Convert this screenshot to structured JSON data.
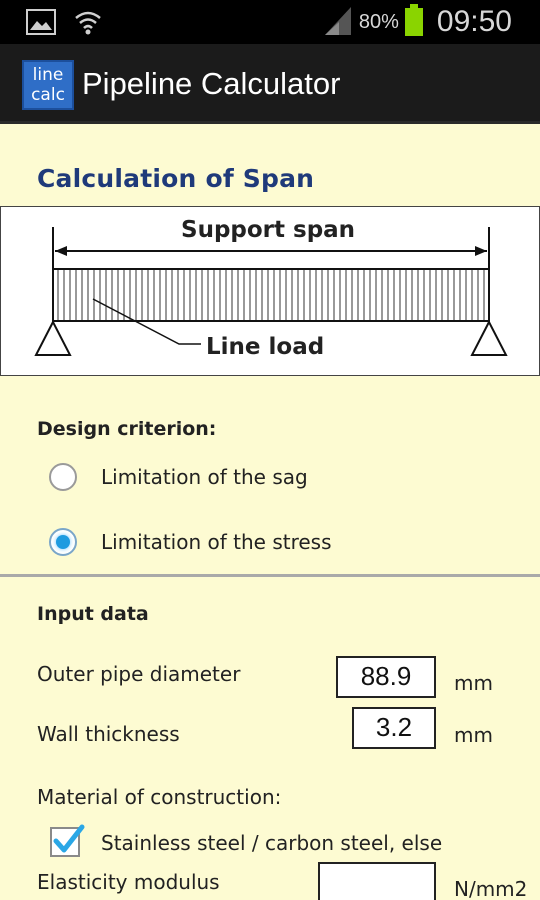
{
  "status_bar": {
    "battery": "80%",
    "time": "09:50",
    "icons": [
      "image-icon",
      "wifi-icon",
      "signal-icon",
      "battery-icon"
    ]
  },
  "app": {
    "logo_line1": "line",
    "logo_line2": "calc",
    "title": "Pipeline Calculator"
  },
  "page": {
    "section_title": "Calculation of Span"
  },
  "diagram": {
    "support_span_label": "Support span",
    "line_load_label": "Line load"
  },
  "design": {
    "label": "Design criterion:",
    "options": [
      {
        "label": "Limitation of the sag",
        "checked": false
      },
      {
        "label": "Limitation of the stress",
        "checked": true
      }
    ]
  },
  "input_data": {
    "heading": "Input data",
    "outer_diameter": {
      "label": "Outer pipe diameter",
      "value": "88.9",
      "unit": "mm"
    },
    "wall_thickness": {
      "label": "Wall thickness",
      "value": "3.2",
      "unit": "mm"
    },
    "material_label": "Material of construction:",
    "material_checkbox": {
      "label": "Stainless steel / carbon steel, else",
      "checked": true
    },
    "elasticity": {
      "label": "Elasticity modulus",
      "value": "",
      "unit": "N/mm2"
    }
  },
  "colors": {
    "background": "#fdfbd2",
    "title_blue": "#1f3a7a",
    "radio_accent": "#1e9be0",
    "checkbox_check": "#2aa7e6",
    "battery_green": "#8ad400"
  }
}
